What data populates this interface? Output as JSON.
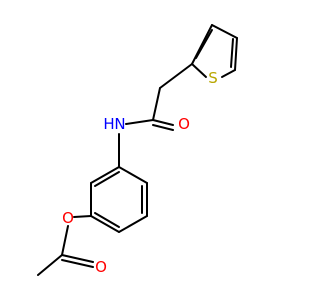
{
  "molecule": {
    "atoms": {
      "sulfur": {
        "label": "S",
        "color": "#b8a600"
      },
      "ring_oxygen": {
        "label": "O",
        "color": "#ff0000"
      },
      "amide_oxygen": {
        "label": "O",
        "color": "#ff0000"
      },
      "ester_oxygen": {
        "label": "O",
        "color": "#ff0000"
      },
      "nitrogen": {
        "label": "N",
        "color": "#0000ff"
      },
      "hydrogen": {
        "label": "H",
        "color": "#0000ff"
      }
    },
    "bond_color": "#000000"
  }
}
